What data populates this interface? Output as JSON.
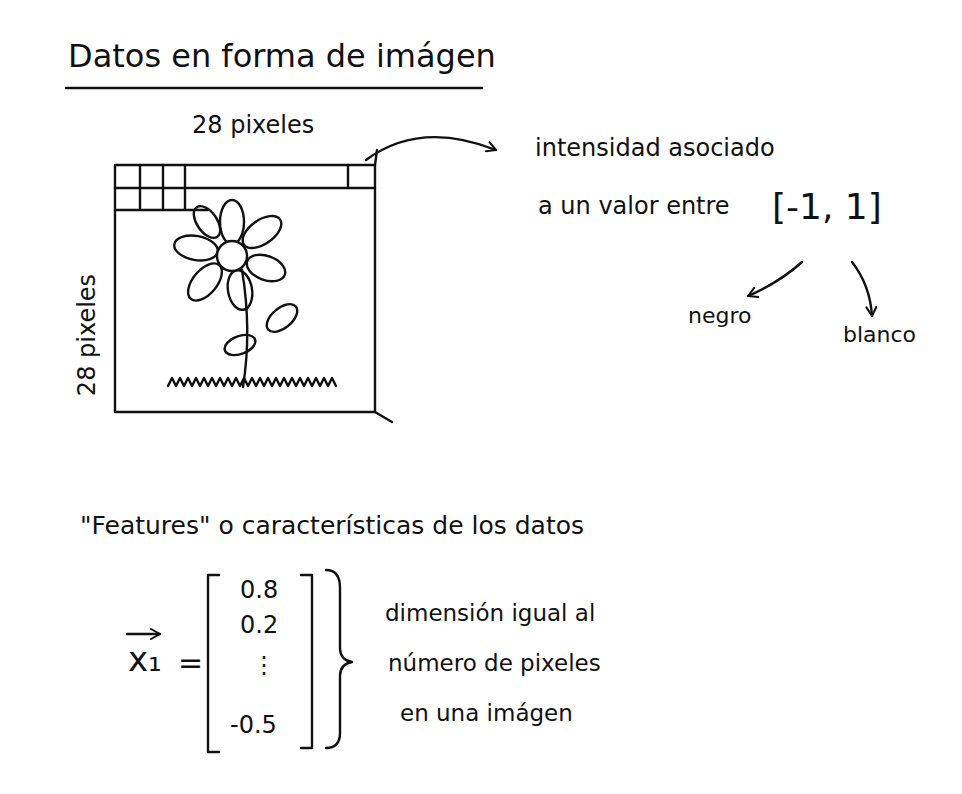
{
  "diagram": {
    "title": "Datos en forma de imágen",
    "labels": [
      "28 pixeles",
      "28 pixeles",
      "intensidad asociado",
      "a un valor entre",
      "[-1, 1]",
      "negro",
      "blanco",
      "\"Features\" o características de los datos",
      "x₁",
      "=",
      "0.8",
      "0.2",
      "⋮",
      "-0.5",
      "dimensión igual al",
      "número de pixeles",
      "en una imágen"
    ]
  }
}
